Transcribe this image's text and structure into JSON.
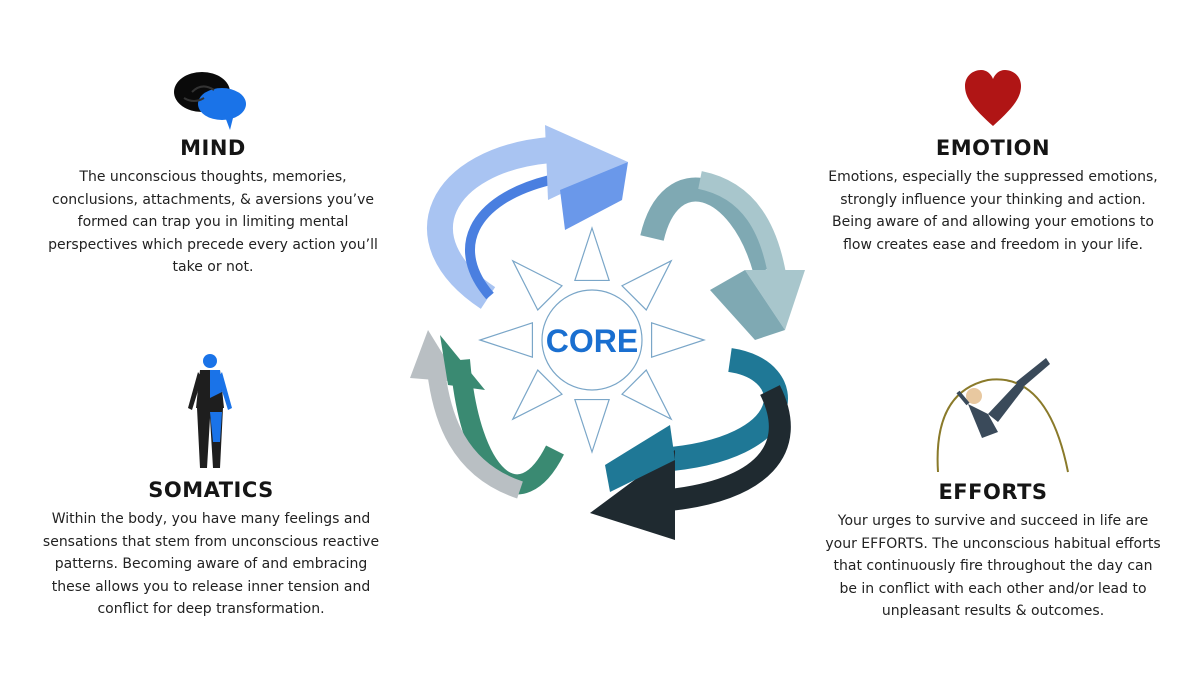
{
  "center_label": "CORE",
  "sections": {
    "mind": {
      "title": "MIND",
      "lines": [
        "The unconscious thoughts, memories,",
        "conclusions, attachments, & aversions you’ve",
        "formed can trap you in limiting mental",
        "perspectives which precede every action you’ll",
        "take or not."
      ]
    },
    "emotion": {
      "title": "EMOTION",
      "lines": [
        "Emotions, especially the suppressed emotions,",
        "strongly influence your thinking and action.",
        "Being aware of and allowing your emotions to",
        "flow creates ease and freedom in your life."
      ]
    },
    "somatics": {
      "title": "SOMATICS",
      "lines": [
        "Within the body, you have many feelings and",
        "sensations that stem from unconscious reactive",
        "patterns. Becoming aware of and embracing",
        "these allows you to release inner tension and",
        "conflict for deep transformation."
      ]
    },
    "efforts": {
      "title": "EFFORTS",
      "lines": [
        "Your urges to survive and succeed in life are",
        "your EFFORTS. The unconscious habitual efforts",
        "that continuously fire throughout the day can",
        "be in conflict with each other and/or lead to",
        "unpleasant results & outcomes."
      ]
    }
  },
  "icons": {
    "mind": "brain-icon",
    "emotion": "heart-icon",
    "somatics": "body-icon",
    "efforts": "pole-vaulter-icon"
  },
  "colors": {
    "core": "#1a6fd0",
    "arrow_blue": "#a9c4f2",
    "arrow_teal": "#7fa9b3",
    "arrow_dark": "#1f2a30",
    "arrow_green": "#3a8a72",
    "heart": "#b01515"
  }
}
